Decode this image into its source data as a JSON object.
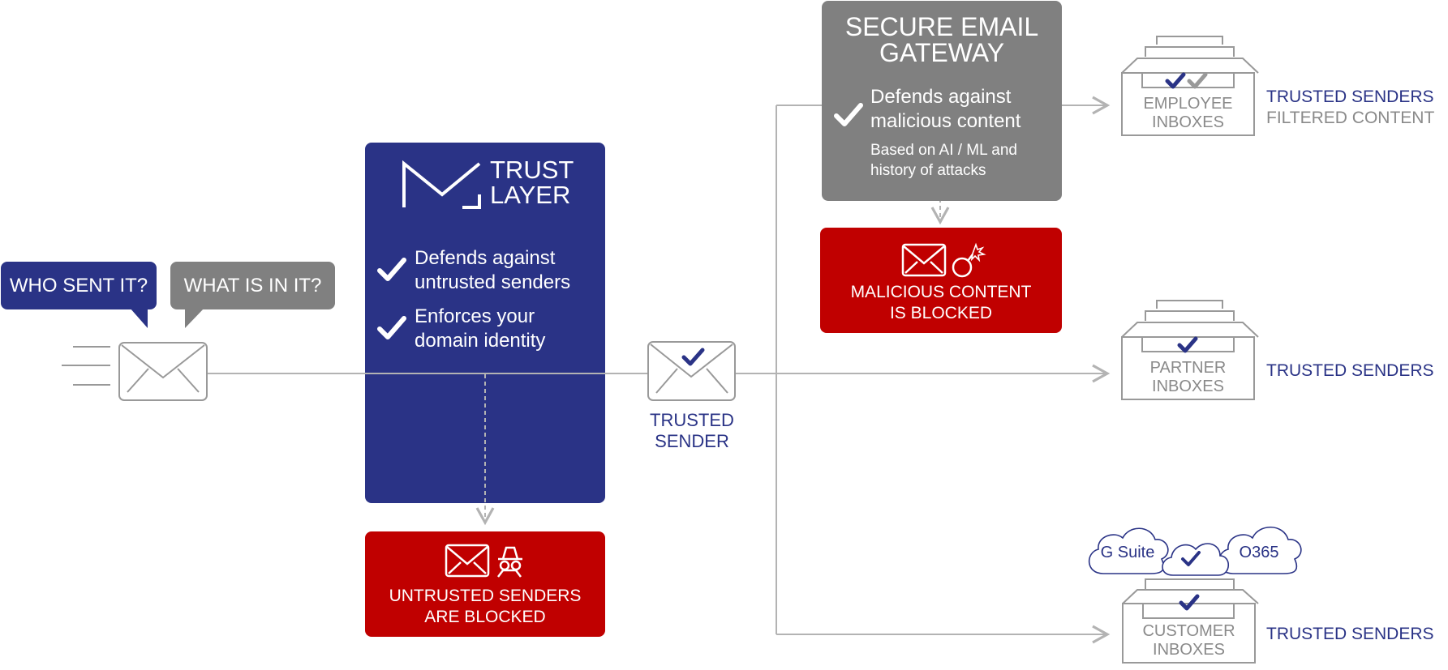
{
  "bubbles": {
    "who": "WHO SENT IT?",
    "what": "WHAT IS IN IT?"
  },
  "trust_layer": {
    "logo_line1": "TRUST",
    "logo_line2": "LAYER",
    "item1": "Defends against untrusted senders",
    "item2": "Enforces your domain identity"
  },
  "untrusted_block": {
    "line1": "UNTRUSTED SENDERS",
    "line2": "ARE BLOCKED"
  },
  "trusted_sender": {
    "line1": "TRUSTED",
    "line2": "SENDER"
  },
  "gateway": {
    "title_line1": "SECURE EMAIL",
    "title_line2": "GATEWAY",
    "item": "Defends against malicious content",
    "subtext": "Based on AI / ML and history of attacks"
  },
  "malicious_block": {
    "line1": "MALICIOUS CONTENT",
    "line2": "IS BLOCKED"
  },
  "inboxes": {
    "employee": {
      "line1": "EMPLOYEE",
      "line2": "INBOXES",
      "label1": "TRUSTED SENDERS",
      "label2": "FILTERED CONTENT"
    },
    "partner": {
      "line1": "PARTNER",
      "line2": "INBOXES",
      "label1": "TRUSTED SENDERS"
    },
    "customer": {
      "line1": "CUSTOMER",
      "line2": "INBOXES",
      "label1": "TRUSTED SENDERS"
    }
  },
  "clouds": {
    "left": "G Suite",
    "right": "O365"
  },
  "colors": {
    "brand_blue": "#2a3386",
    "gateway_grey": "#808080",
    "blocked_red": "#c00000",
    "line_grey": "#b3b3b3"
  }
}
